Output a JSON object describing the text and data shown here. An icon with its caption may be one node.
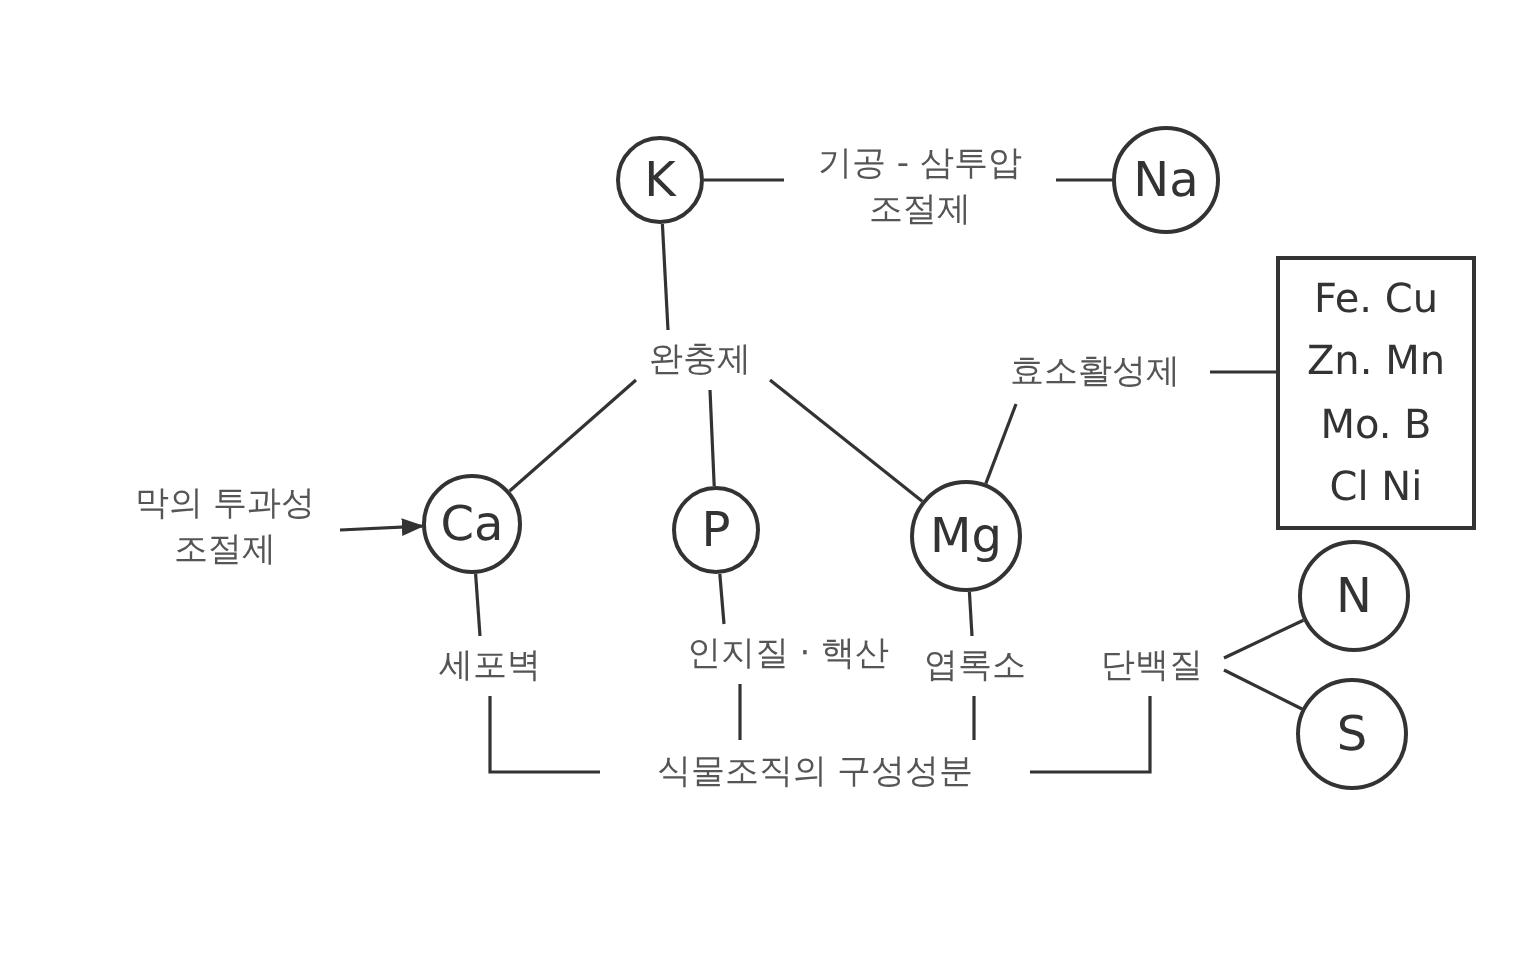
{
  "diagram": {
    "nodes": [
      {
        "text": [
          "K"
        ]
      },
      {
        "text": [
          "기공 - 삼투압 조절제"
        ]
      },
      {
        "text": [
          "Na"
        ]
      },
      {
        "text": [
          "완충제"
        ]
      },
      {
        "text": [
          "효소활성제"
        ]
      },
      {
        "text": [
          "Fe. Cu",
          "Zn. Mn",
          "Mo. B",
          "Cl Ni"
        ]
      },
      {
        "text": [
          "막의 투과성 조절제"
        ]
      },
      {
        "text": [
          "Ca"
        ]
      },
      {
        "text": [
          "P"
        ]
      },
      {
        "text": [
          "Mg"
        ]
      },
      {
        "text": [
          "N"
        ]
      },
      {
        "text": [
          "세포벽"
        ]
      },
      {
        "text": [
          "인지질 · 핵산"
        ]
      },
      {
        "text": [
          "엽록소"
        ]
      },
      {
        "text": [
          "단백질"
        ]
      },
      {
        "text": [
          "S"
        ]
      },
      {
        "text": [
          "식물조직의 구성성분"
        ]
      }
    ],
    "edges": [
      {
        "from": 0,
        "to": 1,
        "arrow": "none"
      },
      {
        "from": 1,
        "to": 2,
        "arrow": "none"
      },
      {
        "from": 0,
        "to": 3,
        "arrow": "none"
      },
      {
        "from": 3,
        "to": 7,
        "arrow": "none"
      },
      {
        "from": 3,
        "to": 8,
        "arrow": "none"
      },
      {
        "from": 3,
        "to": 9,
        "arrow": "none"
      },
      {
        "from": 4,
        "to": 9,
        "arrow": "none"
      },
      {
        "from": 4,
        "to": 5,
        "arrow": "none"
      },
      {
        "from": 6,
        "to": 7,
        "arrow": "to"
      },
      {
        "from": 7,
        "to": 11,
        "arrow": "none"
      },
      {
        "from": 8,
        "to": 12,
        "arrow": "none"
      },
      {
        "from": 9,
        "to": 13,
        "arrow": "none"
      },
      {
        "from": 14,
        "to": 10,
        "arrow": "none"
      },
      {
        "from": 14,
        "to": 15,
        "arrow": "none"
      },
      {
        "from": 11,
        "to": 16,
        "arrow": "none"
      },
      {
        "from": 12,
        "to": 16,
        "arrow": "none"
      },
      {
        "from": 13,
        "to": 16,
        "arrow": "none"
      },
      {
        "from": 16,
        "to": 14,
        "arrow": "none"
      }
    ]
  }
}
